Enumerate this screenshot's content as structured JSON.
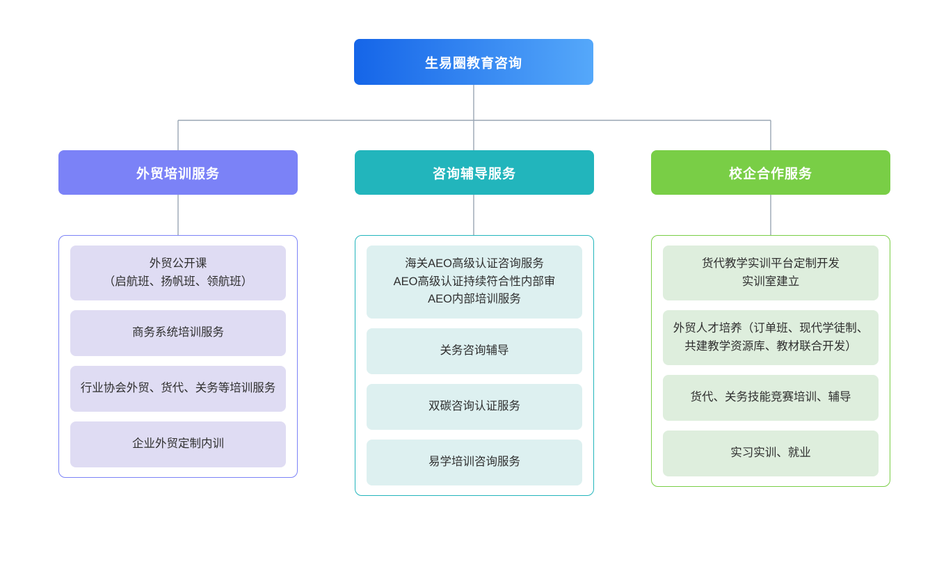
{
  "root": {
    "label": "生易圈教育咨询",
    "gradient_from": "#1565E8",
    "gradient_to": "#55A8FA"
  },
  "connector_color": "#9aa6b4",
  "branches": [
    {
      "label": "外贸培训服务",
      "header_color": "#7B82F7",
      "panel_border_color": "#7B82F7",
      "card_color": "#DFDCF3",
      "items": [
        "外贸公开课\n（启航班、扬帆班、领航班）",
        "商务系统培训服务",
        "行业协会外贸、货代、关务等培训服务",
        "企业外贸定制内训"
      ]
    },
    {
      "label": "咨询辅导服务",
      "header_color": "#22B5BC",
      "panel_border_color": "#22B5BC",
      "card_color": "#DDF0F0",
      "items": [
        "海关AEO高级认证咨询服务\nAEO高级认证持续符合性内部审\nAEO内部培训服务",
        "关务咨询辅导",
        "双碳咨询认证服务",
        "易学培训咨询服务"
      ]
    },
    {
      "label": "校企合作服务",
      "header_color": "#79CE46",
      "panel_border_color": "#79CE46",
      "card_color": "#DEEEDD",
      "items": [
        "货代教学实训平台定制开发\n实训室建立",
        "外贸人才培养（订单班、现代学徒制、共建教学资源库、教材联合开发）",
        "货代、关务技能竞赛培训、辅导",
        "实习实训、就业"
      ]
    }
  ],
  "chart_data": {
    "type": "tree",
    "title": "生易圈教育咨询 服务体系",
    "root": "生易圈教育咨询",
    "levels": 3,
    "branch_count": 3,
    "nodes": [
      {
        "parent": "生易圈教育咨询",
        "name": "外贸培训服务",
        "children": [
          "外贸公开课（启航班、扬帆班、领航班）",
          "商务系统培训服务",
          "行业协会外贸、货代、关务等培训服务",
          "企业外贸定制内训"
        ]
      },
      {
        "parent": "生易圈教育咨询",
        "name": "咨询辅导服务",
        "children": [
          "海关AEO高级认证咨询服务／AEO高级认证持续符合性内部审／AEO内部培训服务",
          "关务咨询辅导",
          "双碳咨询认证服务",
          "易学培训咨询服务"
        ]
      },
      {
        "parent": "生易圈教育咨询",
        "name": "校企合作服务",
        "children": [
          "货代教学实训平台定制开发／实训室建立",
          "外贸人才培养（订单班、现代学徒制、共建教学资源库、教材联合开发）",
          "货代、关务技能竞赛培训、辅导",
          "实习实训、就业"
        ]
      }
    ]
  }
}
